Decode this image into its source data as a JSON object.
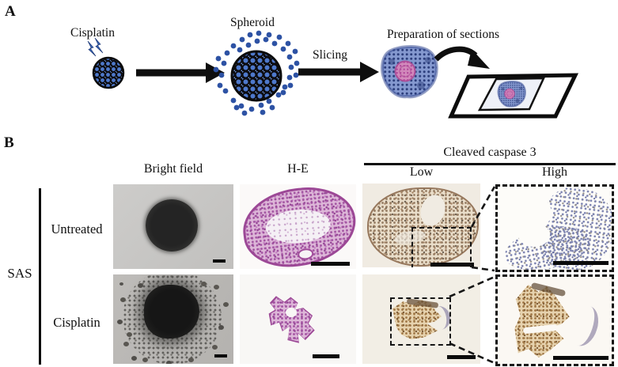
{
  "panel_a": {
    "label": "A",
    "cisplatin": "Cisplatin",
    "spheroid": "Spheroid",
    "slicing": "Slicing",
    "preparation": "Preparation of sections"
  },
  "panel_b": {
    "label": "B",
    "cell_line": "SAS",
    "columns": {
      "bright_field": "Bright field",
      "he": "H-E",
      "cleaved_caspase": "Cleaved caspase 3",
      "low": "Low",
      "high": "High"
    },
    "rows": {
      "untreated": "Untreated",
      "cisplatin": "Cisplatin"
    }
  },
  "colors": {
    "ink": "#111111",
    "cisplatin_bolt_blue": "#3a66b8",
    "spheroid_cell_blue": "#4e79cc",
    "section_blue": "#8498cf",
    "section_core_pink": "#d88abc",
    "he_stain_purple": "#a151a0",
    "dab_stain_brown": "#9c7342",
    "bright_field_gray": "#c7c6c4"
  }
}
